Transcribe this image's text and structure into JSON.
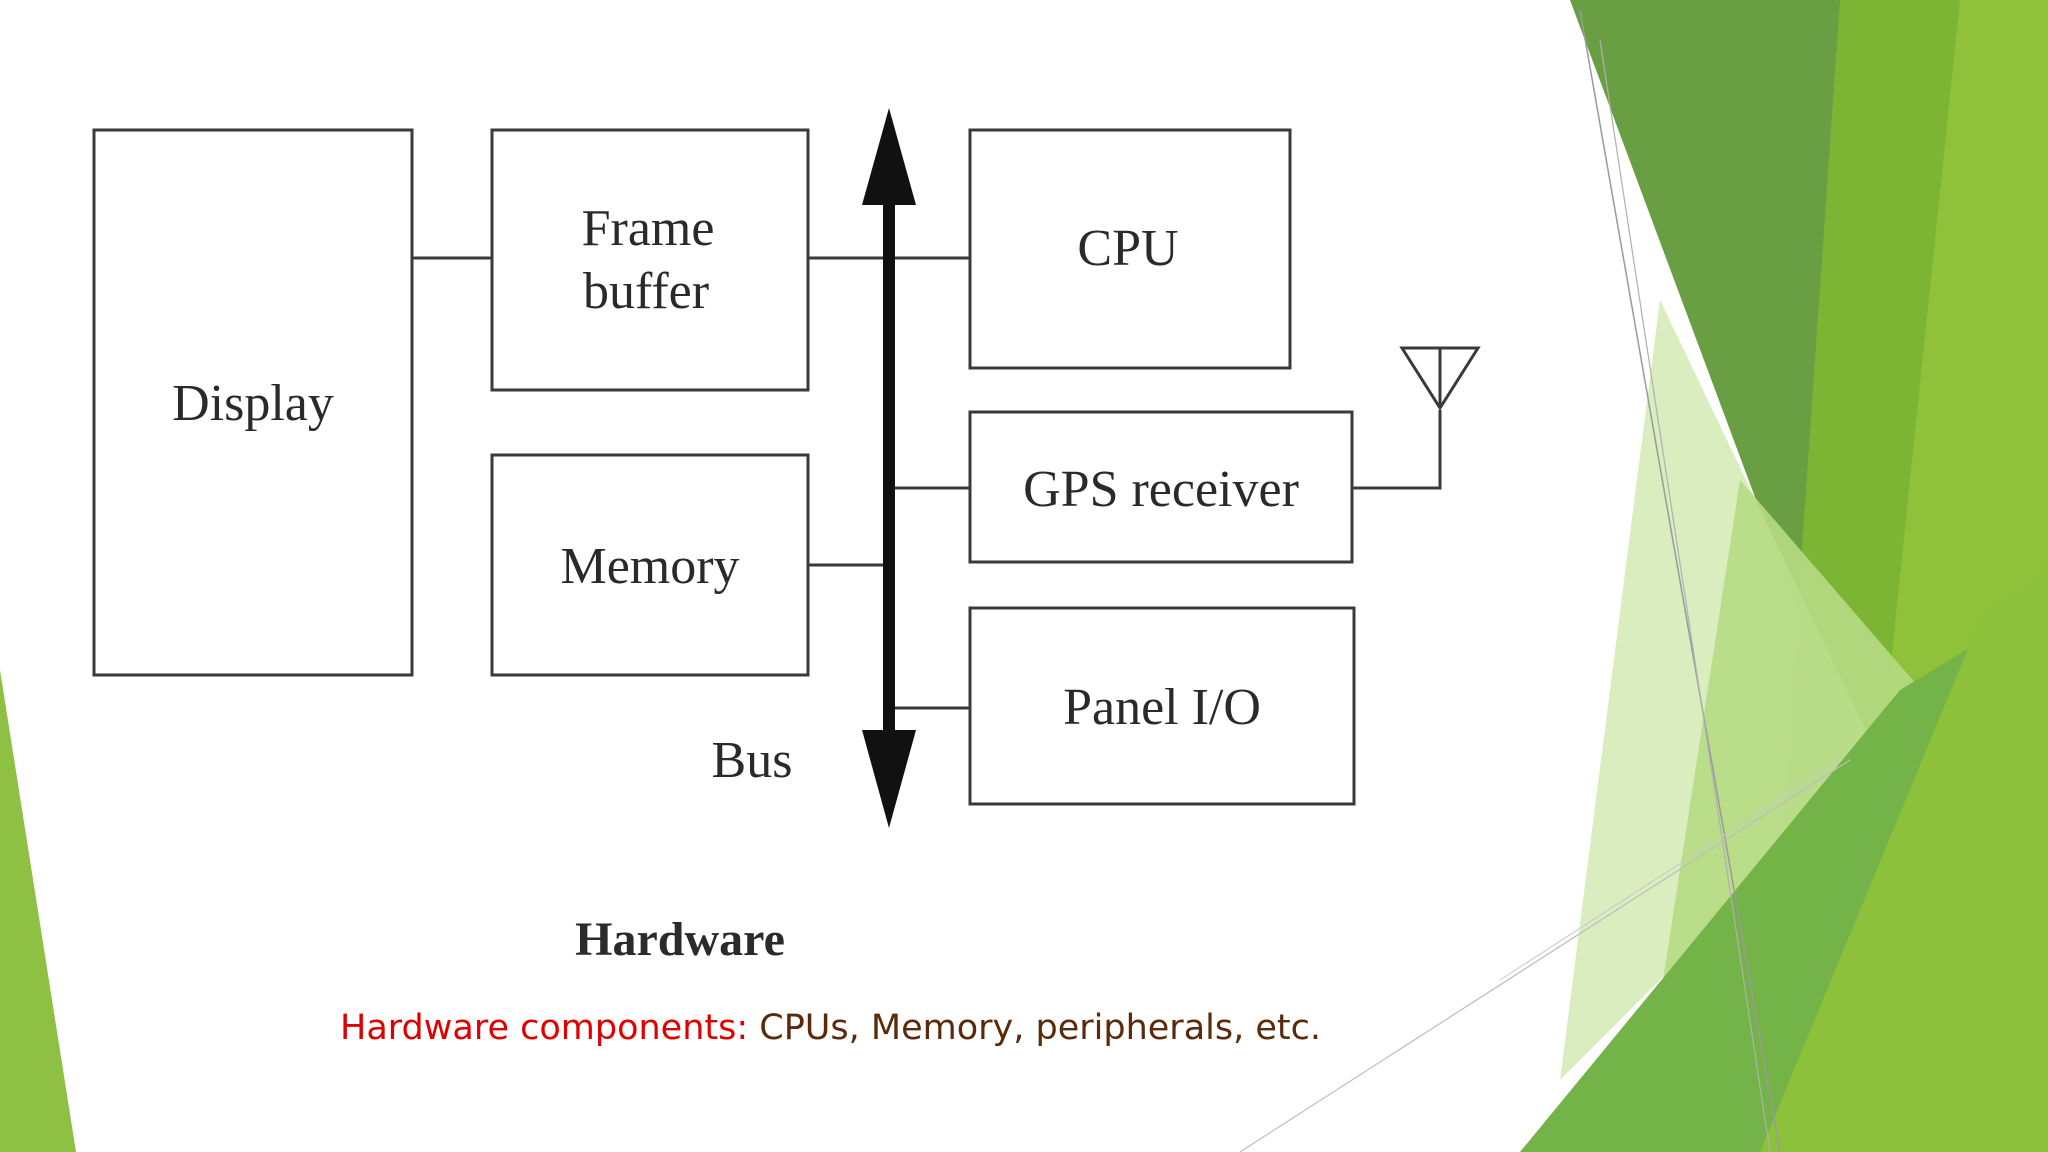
{
  "diagram": {
    "blocks": {
      "display": "Display",
      "frame_buffer_line1": "Frame",
      "frame_buffer_line2": "buffer",
      "memory": "Memory",
      "cpu": "CPU",
      "gps_receiver": "GPS receiver",
      "panel_io": "Panel I/O"
    },
    "bus_label": "Bus",
    "section_label": "Hardware"
  },
  "caption": {
    "key": "Hardware components:",
    "rest": " CPUs, Memory, peripherals, etc."
  },
  "colors": {
    "caption_key": "#e00000",
    "caption_rest": "#5a2a0a",
    "green_dark": "#5f9a35",
    "green_mid": "#7ab53a",
    "green_light": "#9bcb4f",
    "green_pale": "#d5eab5"
  }
}
